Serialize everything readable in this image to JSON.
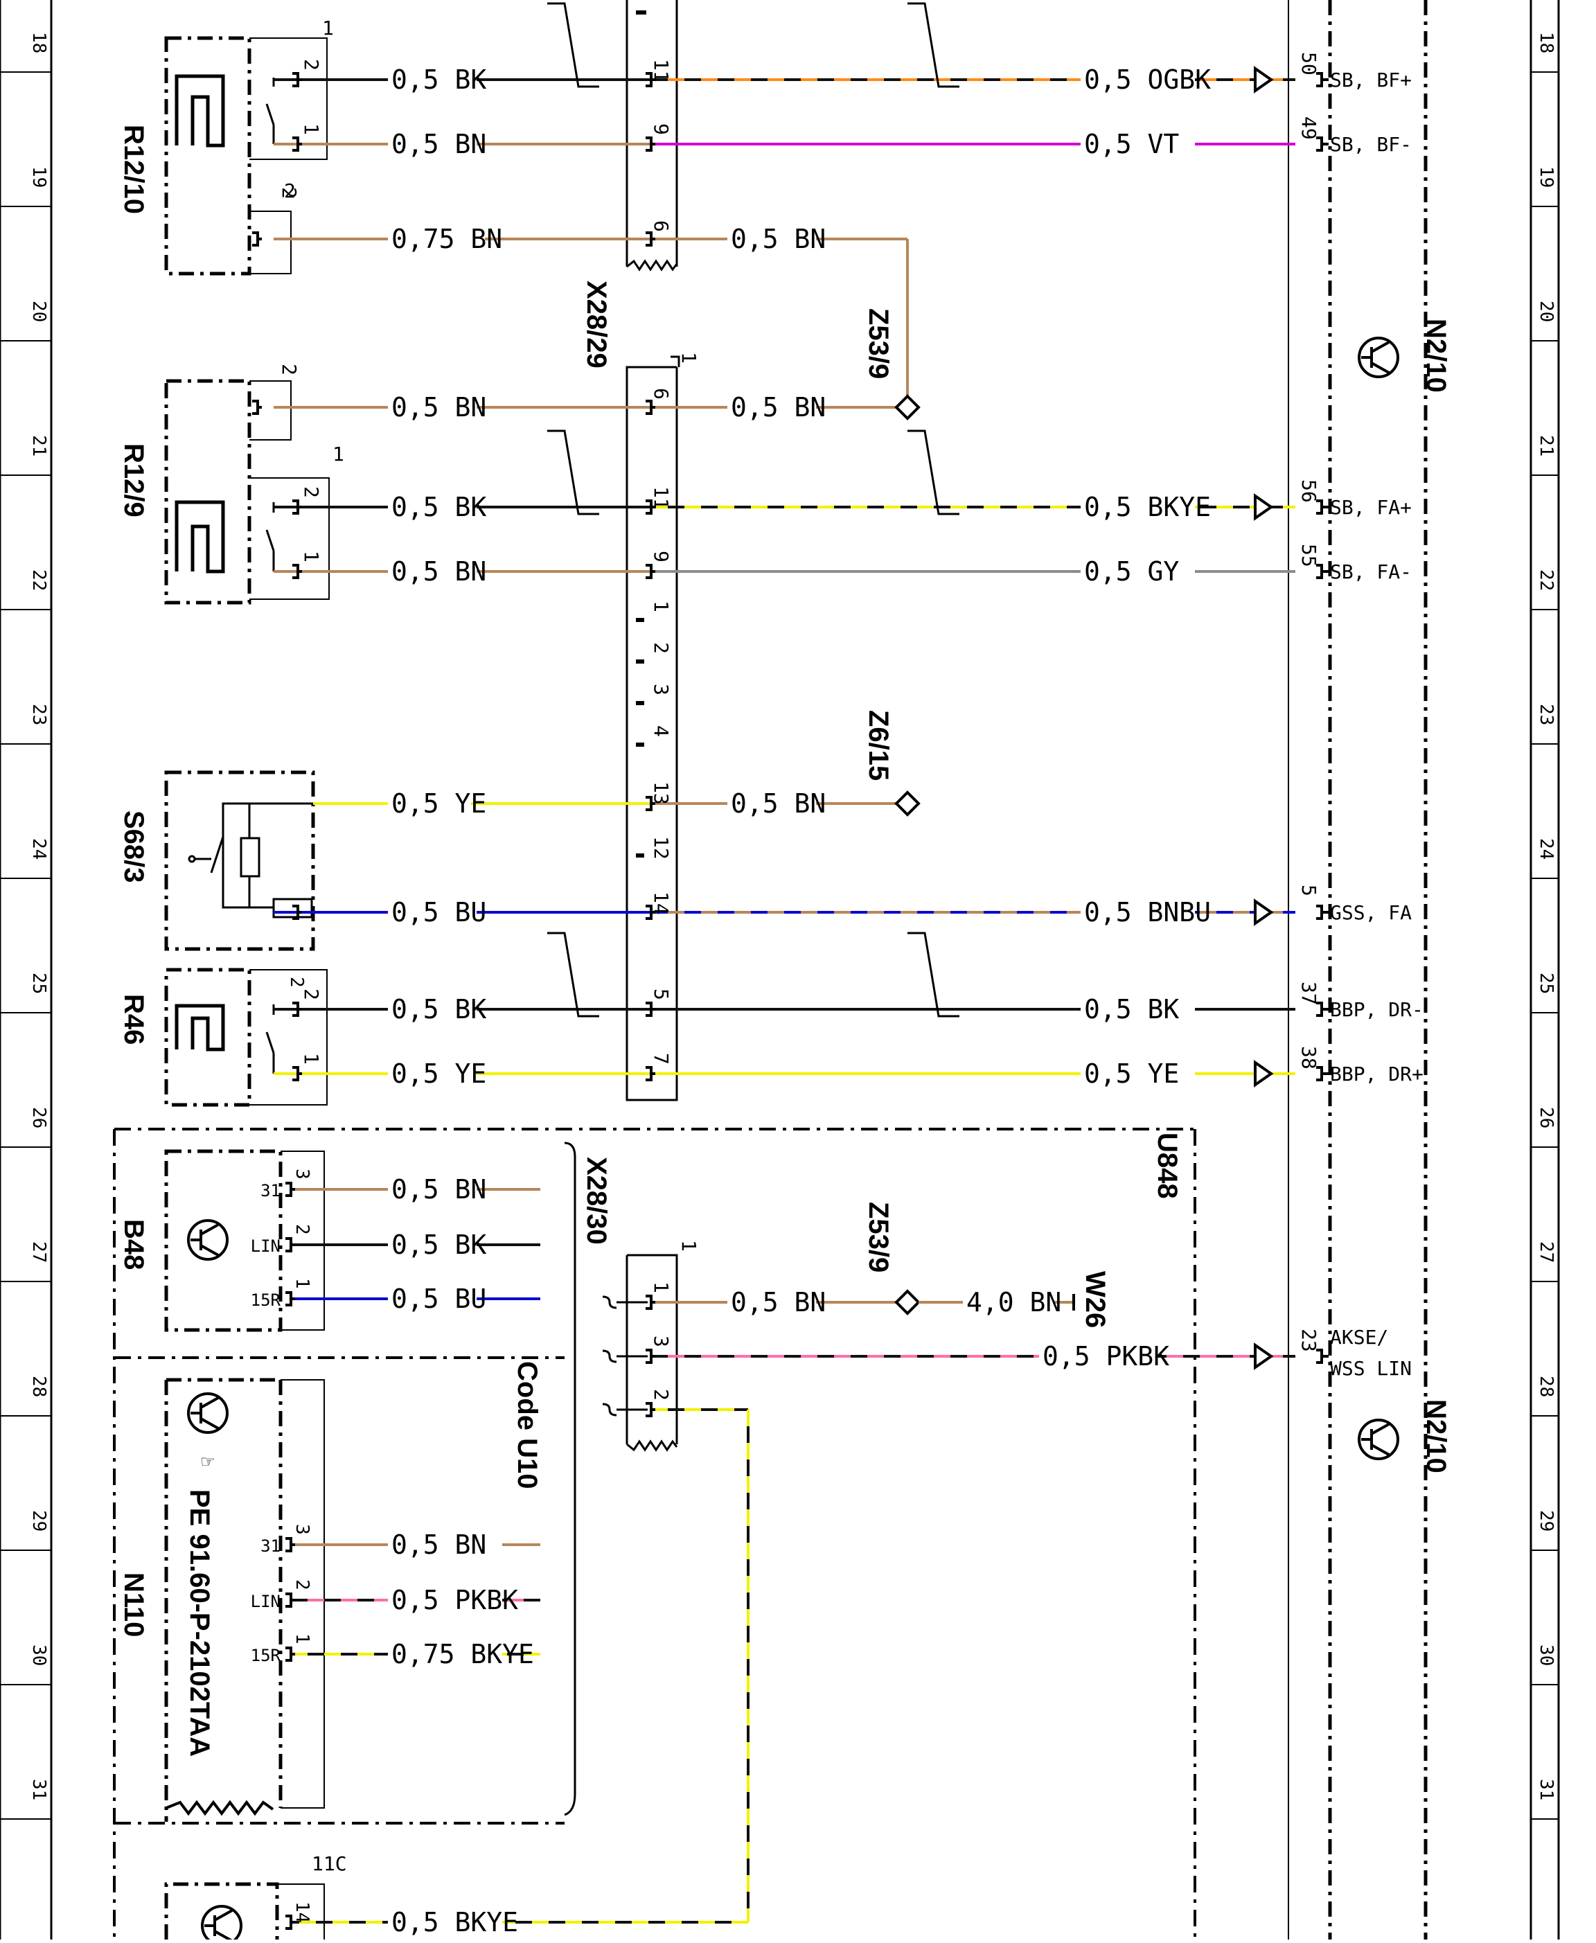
{
  "colors": {
    "BK": "#111111",
    "BN": "#b7865a",
    "YE": "#f2f200",
    "BU": "#0a0ad0",
    "VT": "#d400d4",
    "GY": "#8c8c8c",
    "OG": "#ff8c1a",
    "PK": "#ff6fa8"
  },
  "rows": [
    "18",
    "19",
    "20",
    "21",
    "22",
    "23",
    "24",
    "25",
    "26",
    "27",
    "28",
    "29",
    "30",
    "31"
  ],
  "components": {
    "r12_10": "R12/10",
    "r12_9": "R12/9",
    "s68_3": "S68/3",
    "r46": "R46",
    "b48": "B48",
    "n110": "N110",
    "n110_part": "PE 91.60-P-2102TAA",
    "x28_29": "X28/29",
    "x28_30": "X28/30",
    "z53_9": "Z53/9",
    "z6_15": "Z6/15",
    "w26": "W26",
    "n2_10": "N2/10",
    "u848": "U848",
    "code_u10": "Code U10"
  },
  "wires": {
    "w1_left": "0,5 BK",
    "w1_right": "0,5 OGBK",
    "w2_left": "0,5 BN",
    "w2_right": "0,5 VT",
    "w3_left": "0,75 BN",
    "w3_right": "0,5 BN",
    "w4_left": "0,5 BN",
    "w4_right": "0,5 BN",
    "w5_left": "0,5 BK",
    "w5_right": "0,5 BKYE",
    "w6_left": "0,5 BN",
    "w6_right": "0,5 GY",
    "w7_left": "0,5 YE",
    "w7_right": "0,5 BN",
    "w8_left": "0,5 BU",
    "w8_right": "0,5 BNBU",
    "w9_left": "0,5 BK",
    "w9_right": "0,5 BK",
    "w10_left": "0,5 YE",
    "w10_right": "0,5 YE",
    "b48_1": "0,5 BN",
    "b48_2": "0,5 BK",
    "b48_3": "0,5 BU",
    "x30_1a": "0,5 BN",
    "x30_1b": "4,0 BN",
    "x30_3": "0,5 PKBK",
    "n110_1": "0,5 BN",
    "n110_2": "0,5 PKBK",
    "n110_3": "0,75 BKYE",
    "bottom": "0,5 BKYE"
  },
  "pins": {
    "r12_10_a": "2",
    "r12_10_b": "1",
    "r12_10_c": "2",
    "r12_10_top": "1",
    "r12_10_c_top": "2",
    "r12_9_top": "2",
    "r12_9_a": "2",
    "r12_9_b": "1",
    "r12_9_c": "1",
    "r46_a": "2",
    "r46_b": "1",
    "x29_11a": "11",
    "x29_9a": "9",
    "x29_6a": "6",
    "x29_6b": "6",
    "x29_11b": "11",
    "x29_9b": "9",
    "x29_1": "1",
    "x29_2": "2",
    "x29_3": "3",
    "x29_4": "4",
    "x29_13": "13",
    "x29_12": "12",
    "x29_14": "14",
    "x29_5": "5",
    "x29_7": "7",
    "x29_top": "1",
    "x30_top": "1",
    "x30_1": "1",
    "x30_3": "3",
    "x30_2": "2",
    "b48_p3": "3",
    "b48_p2": "2",
    "b48_p1": "1",
    "b48_31": "31",
    "b48_lin": "LIN",
    "b48_15r": "15R",
    "n110_p3": "3",
    "n110_p2": "2",
    "n110_p1": "1",
    "n110_31": "31",
    "n110_lin": "LIN",
    "n110_15r": "15R",
    "n2_50": "50",
    "n2_49": "49",
    "n2_56": "56",
    "n2_55": "55",
    "n2_5": "5",
    "n2_37": "37",
    "n2_38": "38",
    "n2_23": "23",
    "bottom_11c": "11C",
    "bottom_14": "14"
  },
  "signals": {
    "p50": "SB, BF+",
    "p49": "SB, BF-",
    "p56": "SB, FA+",
    "p55": "SB, FA-",
    "p5": "GSS, FA",
    "p37": "BBP, DR-",
    "p38": "BBP, DR+",
    "p23a": "AKSE/",
    "p23b": "WSS LIN"
  }
}
